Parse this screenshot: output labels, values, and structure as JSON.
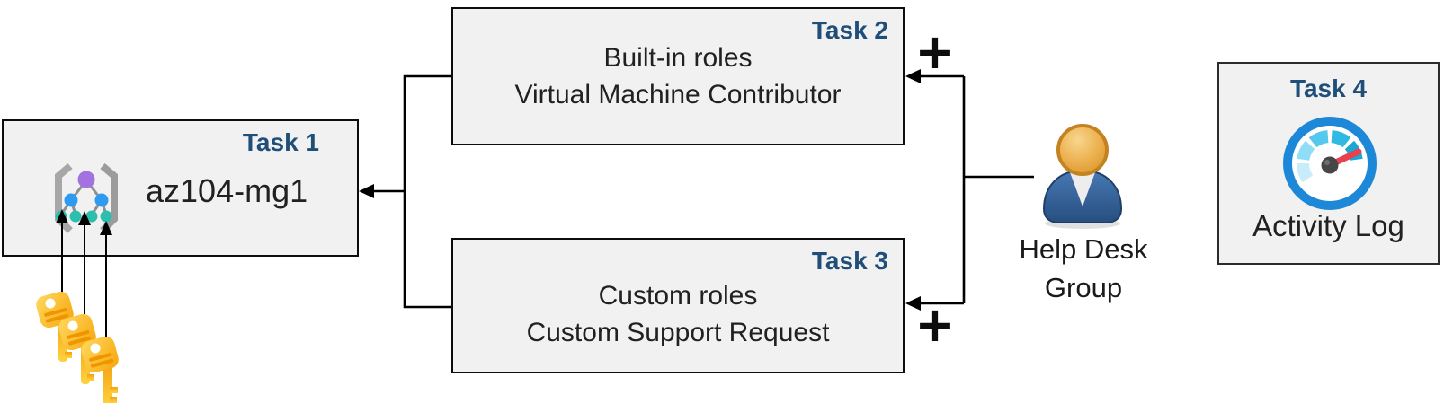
{
  "diagram": {
    "task1": {
      "label": "Task 1",
      "title": "az104-mg1",
      "icon": "management-group-icon"
    },
    "task2": {
      "label": "Task 2",
      "line1": "Built-in roles",
      "line2": "Virtual Machine Contributor"
    },
    "task3": {
      "label": "Task 3",
      "line1": "Custom roles",
      "line2": "Custom Support Request"
    },
    "task4": {
      "label": "Task 4",
      "title": "Activity Log",
      "icon": "activity-log-gauge-icon"
    },
    "help_desk_group": {
      "line1": "Help Desk",
      "line2": "Group",
      "icon": "user-person-icon"
    },
    "keys": {
      "icon": "access-keys-icon",
      "count": 3
    },
    "plus_sign": "+",
    "colors": {
      "task_label_blue": "#1F4E79",
      "box_fill": "#F1F1F1",
      "box_border": "#0D0D0D",
      "body_text": "#212121",
      "connector_black": "#000000",
      "key_gold": "#FFC428",
      "key_detail": "#EE9500",
      "person_head_orange": "#E2A33D",
      "person_body_blue": "#2F5E9E",
      "gauge_ring_blue": "#1E88D8",
      "gauge_needle_red": "#E9404E"
    }
  }
}
